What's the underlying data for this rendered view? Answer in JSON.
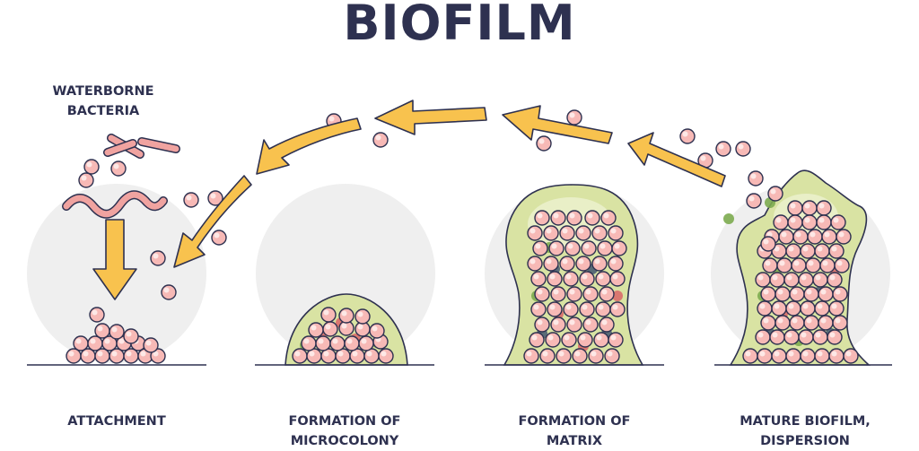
{
  "title": "BIOFILM",
  "source_label": {
    "line1": "WATERBORNE",
    "line2": "BACTERIA"
  },
  "stages": [
    {
      "line1": "ATTACHMENT",
      "line2": ""
    },
    {
      "line1": "FORMATION OF",
      "line2": "MICROCOLONY"
    },
    {
      "line1": "FORMATION OF",
      "line2": "MATRIX"
    },
    {
      "line1": "MATURE BIOFILM,",
      "line2": "DISPERSION"
    }
  ],
  "colors": {
    "text": "#2e3150",
    "arrow": "#f8c24e",
    "outline": "#2e3150",
    "cell_fill": "#f7b9b6",
    "cell_highlight": "#fde8e6",
    "matrix_fill": "#d9e3a3",
    "matrix_green": "#7cab4f",
    "matrix_dark": "#4a5d72",
    "matrix_red": "#d96a6a",
    "bg_circle": "#efefef",
    "rod_fill": "#f0a3a0"
  }
}
